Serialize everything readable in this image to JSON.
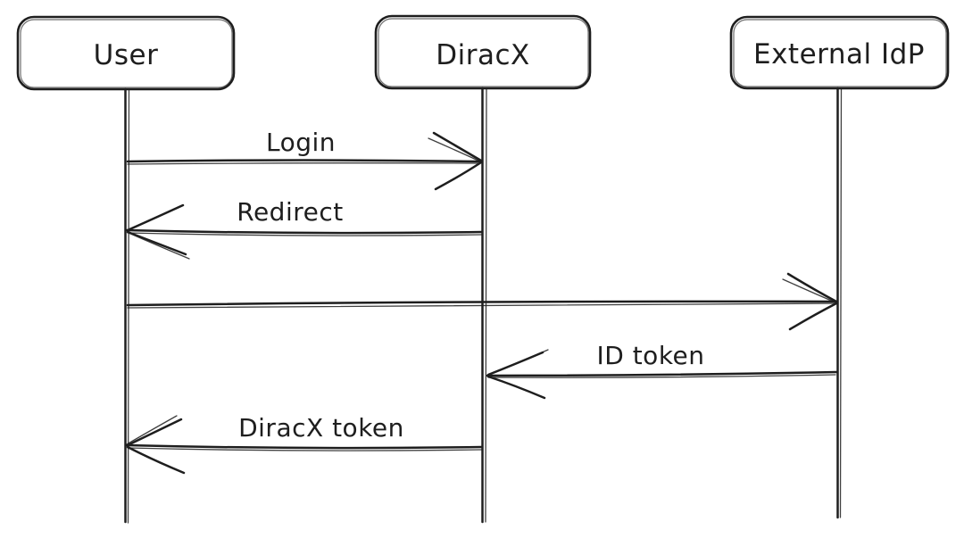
{
  "diagram": {
    "type": "sequence",
    "style": "hand-drawn",
    "colors": {
      "stroke": "#1e1e1e",
      "background": "#ffffff"
    },
    "actors": [
      {
        "name": "User"
      },
      {
        "name": "DiracX"
      },
      {
        "name": "External IdP"
      }
    ],
    "messages": [
      {
        "from": "User",
        "to": "DiracX",
        "label": "Login"
      },
      {
        "from": "DiracX",
        "to": "User",
        "label": "Redirect"
      },
      {
        "from": "User",
        "to": "External IdP",
        "label": ""
      },
      {
        "from": "External IdP",
        "to": "DiracX",
        "label": "ID token"
      },
      {
        "from": "DiracX",
        "to": "User",
        "label": "DiracX token"
      }
    ]
  }
}
